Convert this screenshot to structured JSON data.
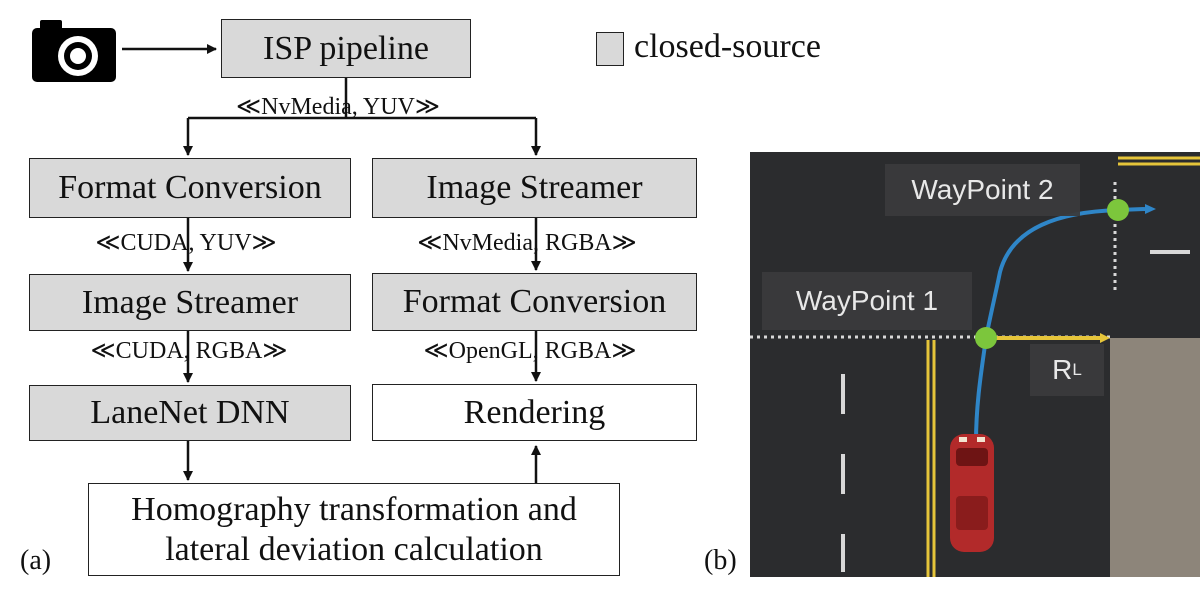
{
  "legend": {
    "closed_label": "closed-source"
  },
  "nodes": {
    "isp": "ISP pipeline",
    "format_left": "Format Conversion",
    "streamer_right": "Image Streamer",
    "streamer_left": "Image Streamer",
    "format_right": "Format Conversion",
    "lanenet": "LaneNet DNN",
    "rendering": "Rendering",
    "homography_line1": "Homography transformation and",
    "homography_line2": "lateral deviation calculation"
  },
  "edge_labels": {
    "isp_out": "≪NvMedia, YUV≫",
    "format_left_out": "≪CUDA, YUV≫",
    "streamer_right_out": "≪NvMedia, RGBA≫",
    "streamer_left_out": "≪CUDA, RGBA≫",
    "format_right_out": "≪OpenGL, RGBA≫"
  },
  "panels": {
    "a": "(a)",
    "b": "(b)"
  },
  "map": {
    "waypoint1": "WayPoint 1",
    "waypoint2": "WayPoint 2",
    "rl_main": "R",
    "rl_sub": "L"
  },
  "colors": {
    "closed_fill": "#d9d9d9",
    "road": "#2b2c2e",
    "path": "#2f86c8",
    "waypoint": "#7cc63c",
    "lane_yellow": "#e6c53a",
    "car": "#b22a2a",
    "sidewalk": "#8d857a"
  },
  "icons": {
    "camera": "camera-icon"
  }
}
